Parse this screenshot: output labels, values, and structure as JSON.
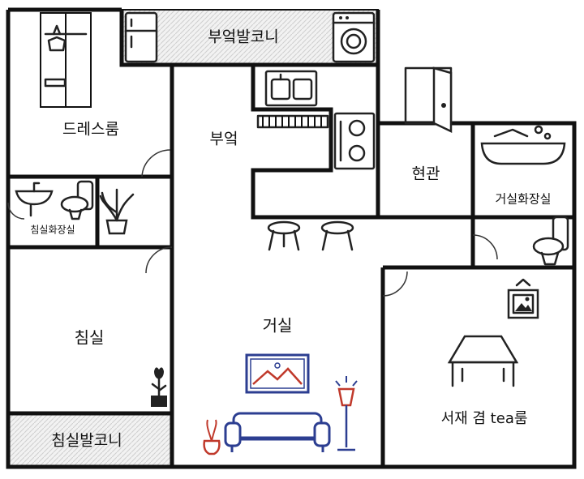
{
  "rooms": {
    "kitchen_balcony": "부엌발코니",
    "dressroom": "드레스룸",
    "kitchen": "부엌",
    "entrance": "현관",
    "living_bathroom": "거실화장실",
    "bedroom_bathroom": "침실화장실",
    "bedroom": "침실",
    "living_room": "거실",
    "study_tearoom": "서재 겸 tea룸",
    "bedroom_balcony": "침실발코니"
  },
  "icons": [
    "fridge-icon",
    "washing-machine-icon",
    "wardrobe-icon",
    "sink-icon",
    "stove-icon",
    "door-icon",
    "bathtub-icon",
    "toilet-icon",
    "washbasin-icon",
    "plant-icon",
    "stool-icon",
    "picture-frame-icon",
    "table-icon",
    "sofa-icon",
    "floor-lamp-icon",
    "tulip-icon",
    "vase-icon"
  ],
  "colors": {
    "wall": "#111111",
    "accent_red": "#c0392b",
    "accent_blue": "#2c3e91"
  }
}
